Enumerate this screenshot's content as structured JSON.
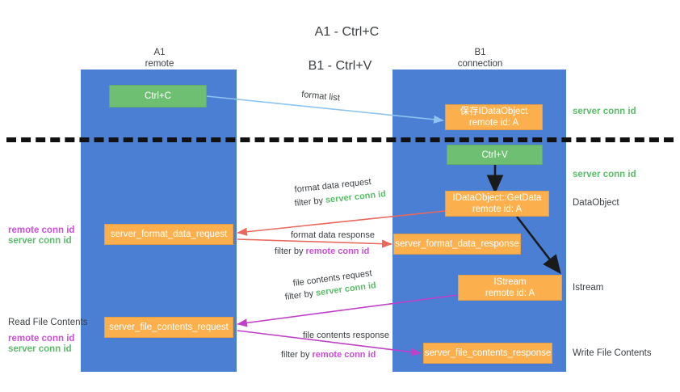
{
  "title": {
    "line1": "A1 - Ctrl+C",
    "line2": "B1 - Ctrl+V"
  },
  "columns": [
    {
      "name": "A1",
      "sub": "remote"
    },
    {
      "name": "B1",
      "sub": "connection"
    }
  ],
  "boxes": {
    "ctrl_c": {
      "line1": "Ctrl+C",
      "line2": ""
    },
    "save_idataobject": {
      "line1": "保存IDataObject",
      "line2": "remote id: A"
    },
    "ctrl_v": {
      "line1": "Ctrl+V",
      "line2": ""
    },
    "getdata": {
      "line1": "IDataObject::GetData",
      "line2": "remote id: A"
    },
    "istream": {
      "line1": "IStream",
      "line2": "remote id: A"
    },
    "server_format_data_request": {
      "line1": "server_format_data_request",
      "line2": ""
    },
    "server_format_data_response": {
      "line1": "server_format_data_response",
      "line2": ""
    },
    "server_file_contents_request": {
      "line1": "server_file_contents_request",
      "line2": ""
    },
    "server_file_contents_response": {
      "line1": "server_file_contents_response",
      "line2": ""
    }
  },
  "right_labels": {
    "server_conn_id_1": "server conn id",
    "server_conn_id_2": "server conn id",
    "dataobject": "DataObject",
    "istream": "Istream",
    "write_file_contents": "Write File Contents"
  },
  "left_labels": {
    "remote_conn_id_1": "remote conn id",
    "server_conn_id_1": "server conn id",
    "read_file_contents": "Read File Contents",
    "remote_conn_id_2": "remote conn id",
    "server_conn_id_2": "server conn id"
  },
  "arrow_labels": {
    "format_list": "format list",
    "format_data_request": "format data request",
    "format_data_request_filter_prefix": "filter by ",
    "format_data_request_filter_tag": "server conn id",
    "format_data_response": "format data response",
    "format_data_response_filter_prefix": "filter by ",
    "format_data_response_filter_tag": "remote conn id",
    "file_contents_request": "file contents request",
    "file_contents_request_filter_prefix": "filter by ",
    "file_contents_request_filter_tag": "server conn id",
    "file_contents_response": "file contents response",
    "file_contents_response_filter_prefix": "filter by ",
    "file_contents_response_filter_tag": "remote conn id"
  },
  "colors": {
    "lane": "#4a7fd4",
    "green_box": "#6fbf73",
    "orange_box": "#fbb04d",
    "green_tag": "#5bbd6a",
    "purple_tag": "#c94fd6",
    "light_blue_arrow": "#8ec4ef",
    "red_arrow": "#e8685c",
    "magenta_arrow": "#c040c8",
    "black_arrow": "#1a1a1a",
    "divider": "#111111"
  }
}
